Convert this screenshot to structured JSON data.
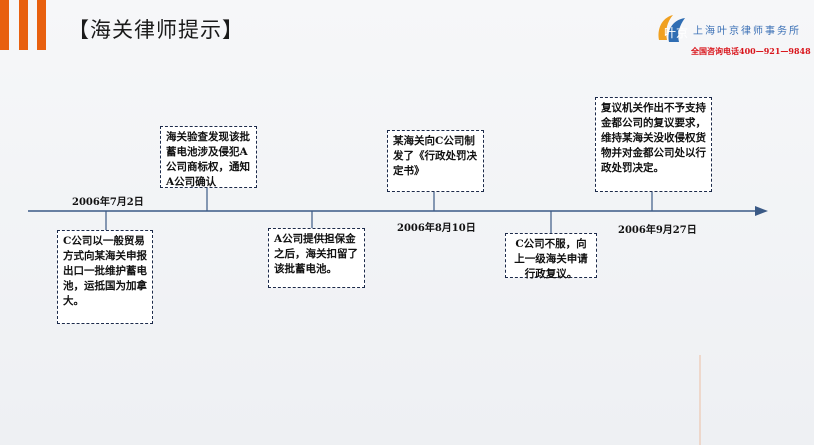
{
  "header": {
    "title": "【海关律师提示】",
    "logo_name": "上海叶京律师事务所",
    "logo_badge": "叶京",
    "hotline": "全国咨询电话400—921—9848"
  },
  "colors": {
    "accent": "#e8600f",
    "line": "#3b5a86",
    "box_border": "#1c2a4a",
    "hotline": "#d9141b"
  },
  "timeline": {
    "dates": [
      "2006年7月2日",
      "2006年8月10日",
      "2006年9月27日"
    ],
    "events": [
      {
        "text": "C公司以一般贸易方式向某海关申报出口一批维护蓄电池，运抵国为加拿大。"
      },
      {
        "text": "海关验查发现该批蓄电池涉及侵犯A公司商标权，通知A公司确认"
      },
      {
        "text": "A公司提供担保金之后，海关扣留了该批蓄电池。"
      },
      {
        "text": "某海关向C公司制发了《行政处罚决定书》"
      },
      {
        "text": "C公司不服，向上一级海关申请行政复议。"
      },
      {
        "text": "复议机关作出不予支持金都公司的复议要求，维持某海关没收侵权货物并对金都公司处以行政处罚决定。"
      }
    ]
  }
}
